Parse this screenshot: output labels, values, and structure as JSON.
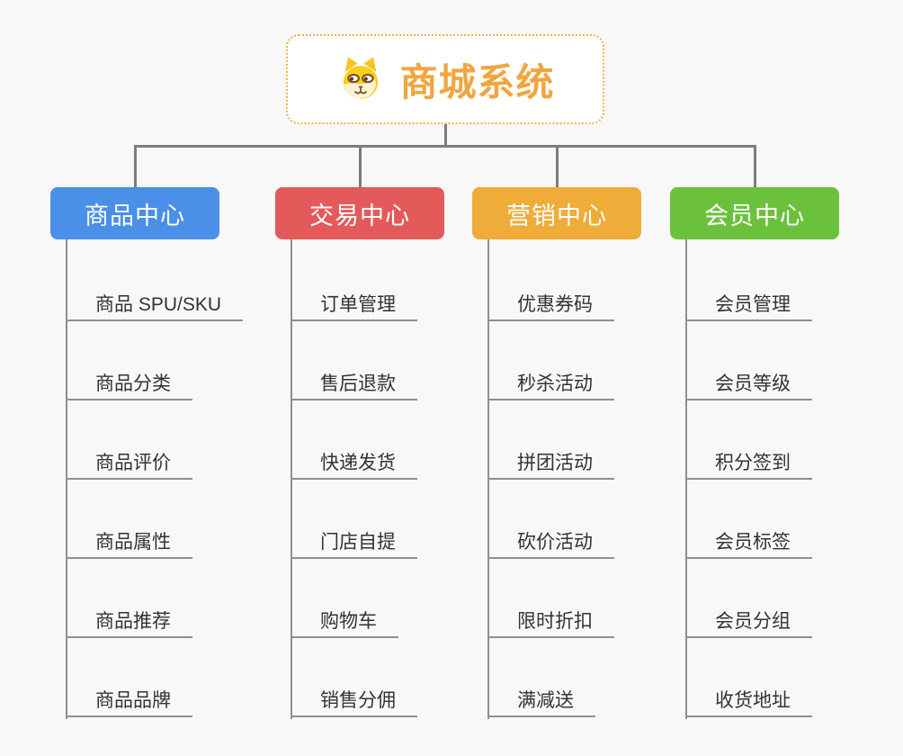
{
  "root": {
    "title": "商城系统",
    "icon": "doge-icon"
  },
  "branches": [
    {
      "id": "product-center",
      "label": "商品中心",
      "color": "#4a8fe8",
      "children": [
        "商品 SPU/SKU",
        "商品分类",
        "商品评价",
        "商品属性",
        "商品推荐",
        "商品品牌"
      ]
    },
    {
      "id": "trade-center",
      "label": "交易中心",
      "color": "#e45a5a",
      "children": [
        "订单管理",
        "售后退款",
        "快递发货",
        "门店自提",
        "购物车",
        "销售分佣"
      ]
    },
    {
      "id": "marketing-center",
      "label": "营销中心",
      "color": "#efac38",
      "children": [
        "优惠券码",
        "秒杀活动",
        "拼团活动",
        "砍价活动",
        "限时折扣",
        "满减送"
      ]
    },
    {
      "id": "member-center",
      "label": "会员中心",
      "color": "#6bc13c",
      "children": [
        "会员管理",
        "会员等级",
        "积分签到",
        "会员标签",
        "会员分组",
        "收货地址"
      ]
    }
  ],
  "colors": {
    "background": "#f8f8f8",
    "root_border": "#f2b04a",
    "root_title": "#f0a640",
    "connector": "#7d7d7d",
    "underline": "#8f8f8f",
    "leaf_text": "#333333",
    "branch_text": "#ffffff"
  }
}
